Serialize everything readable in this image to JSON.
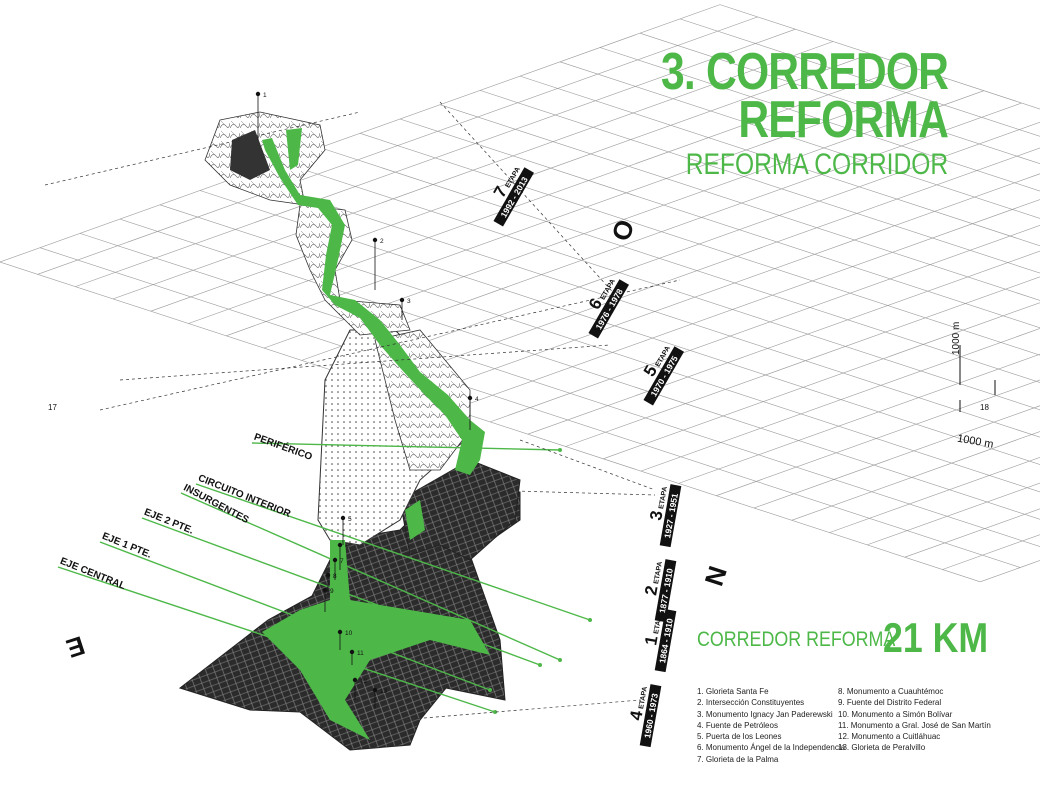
{
  "title": {
    "line1": "3. CORREDOR",
    "line2": "REFORMA",
    "line3": "REFORMA CORRIDOR"
  },
  "summary": {
    "name": "CORREDOR REFORMA",
    "length": "21 KM"
  },
  "legend": [
    "1. Glorieta Santa Fe",
    "2. Intersección Constituyentes",
    "3.  Monumento Ignacy Jan Paderewski",
    "4. Fuente de Petróleos",
    "5. Puerta de los Leones",
    "6. Monumento Ángel de la Independencia",
    "7. Glorieta de la Palma",
    "8. Monumento a Cuauhtémoc",
    "9. Fuente del Distrito Federal",
    "10. Monumento a Simón Bolívar",
    "11. Monumento a Gral. José de San Martín",
    "12. Monumento a Cuitláhuac",
    "13. Glorieta de Peralvillo"
  ],
  "roads": [
    "PERIFÉRICO",
    "CIRCUITO INTERIOR",
    "INSURGENTES",
    "EJE 2 PTE.",
    "EJE 1 PTE.",
    "EJE CENTRAL"
  ],
  "stages": [
    {
      "number": "7",
      "word": "ETAPA",
      "years": "1992 - 2013"
    },
    {
      "number": "6",
      "word": "ETAPA",
      "years": "1976 - 1978"
    },
    {
      "number": "5",
      "word": "ETAPA",
      "years": "1970 - 1975"
    },
    {
      "number": "3",
      "word": "ETAPA",
      "years": "1927 - 1951"
    },
    {
      "number": "2",
      "word": "ETAPA",
      "years": "1877 - 1910"
    },
    {
      "number": "1",
      "word": "ETAPA",
      "years": "1864 - 1910"
    },
    {
      "number": "4",
      "word": "ETAPA",
      "years": "1960 - 1973"
    }
  ],
  "compass": {
    "west": "O",
    "north": "N",
    "east": "E"
  },
  "scale": {
    "height": "1000 m",
    "width": "1000 m",
    "grid_left": "17",
    "grid_right": "18"
  },
  "markers": [
    "1",
    "2",
    "3",
    "4",
    "5",
    "6",
    "7",
    "8",
    "9",
    "10",
    "11",
    "12",
    "13"
  ],
  "colors": {
    "accent": "#4db848",
    "ink": "#1a1a1a",
    "grid": "#9a9a9a"
  }
}
